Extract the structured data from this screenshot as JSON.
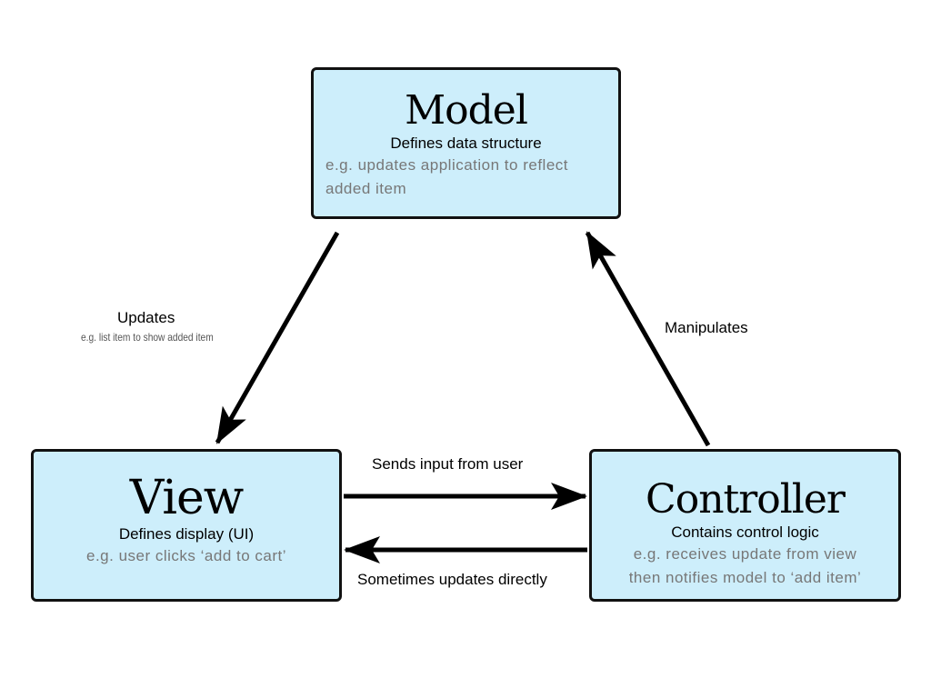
{
  "model": {
    "title": "Model",
    "subtitle": "Defines data structure",
    "example": "e.g. updates application to reflect added item"
  },
  "view": {
    "title": "View",
    "subtitle": "Defines display (UI)",
    "example": "e.g. user clicks ‘add to cart’"
  },
  "controller": {
    "title": "Controller",
    "subtitle": "Contains control logic",
    "example_line1": "e.g. receives update from view",
    "example_line2": "then notifies model to ‘add item’"
  },
  "edges": {
    "updates": {
      "label": "Updates",
      "detail": "e.g. list item to show added item"
    },
    "manipulates": {
      "label": "Manipulates"
    },
    "sends_input": {
      "label": "Sends input from user"
    },
    "sometimes_updates": {
      "label": "Sometimes updates directly"
    }
  },
  "colors": {
    "box_fill": "#cdeefb",
    "box_border": "#111111",
    "example_text": "#777777",
    "arrow": "#000000"
  }
}
